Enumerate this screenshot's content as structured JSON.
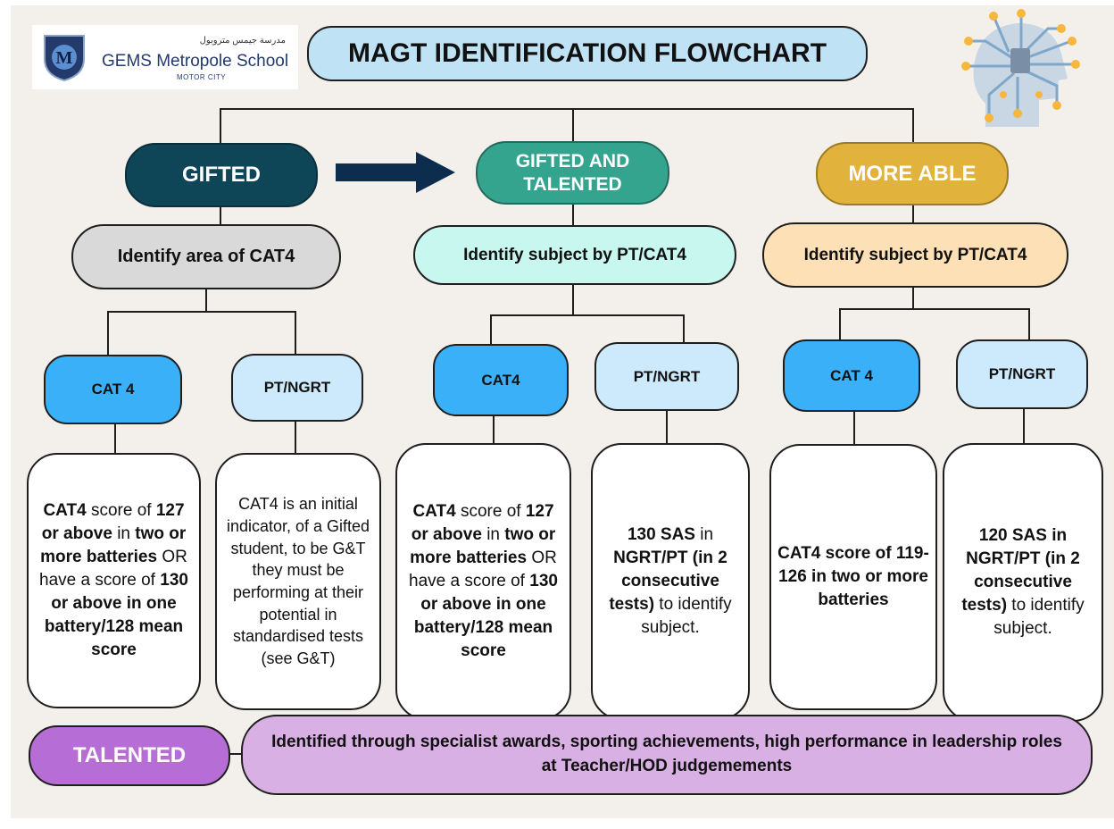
{
  "logo": {
    "arabic_text": "مدرسة جيمس متروبول",
    "school_name": "GEMS Metropole School",
    "sub_text": "MOTOR CITY",
    "shield_letter": "M"
  },
  "title": "MAGT IDENTIFICATION FLOWCHART",
  "colors": {
    "gifted": "#0e4658",
    "gifted_and_talented": "#35a48e",
    "more_able": "#e1b23c",
    "talented": "#b66dd6",
    "cat4_blue": "#3ab0f9",
    "ptngrt_light_blue": "#cdeafd",
    "title_bg": "#bfe2f5"
  },
  "categories": {
    "gifted": "GIFTED",
    "gifted_and_talented_line1": "GIFTED AND",
    "gifted_and_talented_line2": "TALENTED",
    "more_able": "MORE ABLE"
  },
  "steps": {
    "gifted": "Identify area of CAT4",
    "gifted_and_talented": "Identify subject by PT/CAT4",
    "more_able": "Identify subject by PT/CAT4"
  },
  "tests": {
    "gifted_cat": "CAT 4",
    "gifted_pt": "PT/NGRT",
    "gt_cat": "CAT4",
    "gt_pt": "PT/NGRT",
    "ma_cat": "CAT 4",
    "ma_pt": "PT/NGRT"
  },
  "criteria": {
    "gifted_cat": [
      {
        "b": "CAT4",
        "t": " score of "
      },
      {
        "b": "127 or above",
        "t": " in "
      },
      {
        "b": "two or more batteries",
        "t": " OR have a score of "
      },
      {
        "b": "130 or above in one battery/128 mean score",
        "t": ""
      }
    ],
    "gifted_pt": "CAT4 is an initial indicator, of a Gifted student, to be G&T they must be performing at their potential in standardised tests (see G&T)",
    "gt_cat": [
      {
        "b": "CAT4",
        "t": " score of "
      },
      {
        "b": "127 or above",
        "t": " in "
      },
      {
        "b": "two or more batteries",
        "t": " OR have a score of "
      },
      {
        "b": "130 or above in one battery/128 mean score",
        "t": ""
      }
    ],
    "gt_pt": [
      {
        "b": "130 SAS",
        "t": " in "
      },
      {
        "b": "NGRT/PT (in 2 consecutive tests)",
        "t": " to identify subject."
      }
    ],
    "ma_cat": "CAT4 score of 119-126 in two or more batteries",
    "ma_pt": [
      {
        "b": "120 SAS in NGRT/PT (in 2 consecutive tests)",
        "t": " to identify subject."
      }
    ]
  },
  "talented": {
    "label": "TALENTED",
    "description": "Identified through specialist awards, sporting achievements, high performance in leadership roles at Teacher/HOD judgemements"
  },
  "icons": {
    "logo": "school-shield-logo",
    "arrow": "right-arrow-icon",
    "decoration": "ai-circuit-head-icon"
  }
}
